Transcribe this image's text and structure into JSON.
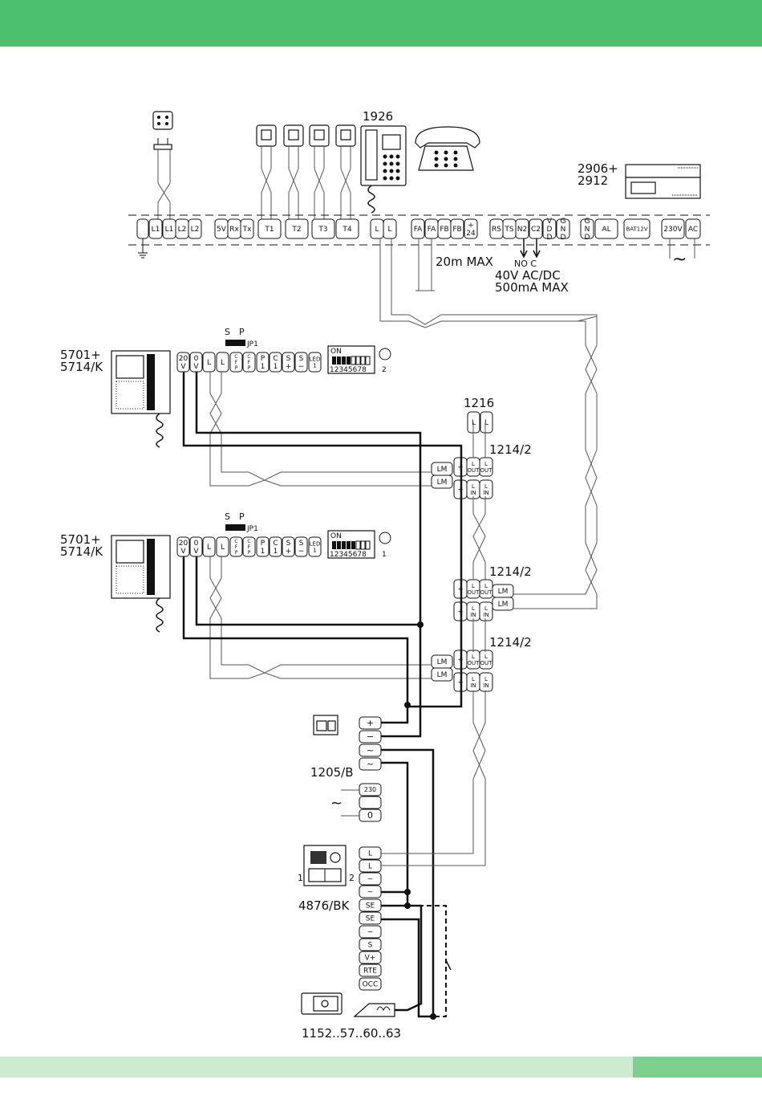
{
  "colors": {
    "top_bar": "#4cc06e",
    "bottom_strip": "#cdeccf",
    "bottom_accent": "#7ccf8c"
  },
  "labels": {
    "phone_interface": "1926",
    "power_supply_a": "2906+",
    "power_supply_b": "2912",
    "cable_length": "20m MAX",
    "relay_contacts": "NO C",
    "relay_voltage": "40V AC/DC",
    "relay_current": "500mA MAX",
    "monitor1_a": "5701+",
    "monitor1_b": "5714/K",
    "monitor2_a": "5701+",
    "monitor2_b": "5714/K",
    "jumper_s": "S",
    "jumper_p": "P",
    "jumper_name": "JP1",
    "dip_on": "ON",
    "dip_numbers": "12345678",
    "dip1_index": "2",
    "dip2_index": "1",
    "distributor_top": "1216",
    "splitter1": "1214/2",
    "splitter2": "1214/2",
    "splitter3": "1214/2",
    "psu": "1205/B",
    "door_panel": "4876/BK",
    "panel_left": "1",
    "panel_right": "2",
    "lock": "1152..57..60..63"
  },
  "terminal_strip": [
    "L1",
    "L1",
    "L2",
    "L2",
    "5V",
    "Rx",
    "Tx",
    "T1",
    "T2",
    "T3",
    "T4",
    "L",
    "L",
    "FA",
    "FA",
    "FB",
    "FB",
    "+24",
    "RS",
    "TS",
    "N2",
    "C2",
    "VDD",
    "GND",
    "GND",
    "AL",
    "BAT12V",
    "230V",
    "AC"
  ],
  "monitor_terminals": [
    "20V",
    "0V",
    "L",
    "L",
    "CFP",
    "CFP",
    "P1",
    "C1",
    "S+",
    "S−",
    "LED1"
  ],
  "splitter_terminals": {
    "plus": "+",
    "lout": "L OUT",
    "lin": "L IN",
    "lm": "LM"
  },
  "psu_terminals": [
    "+",
    "−",
    "~",
    "~",
    "230",
    "",
    "0"
  ],
  "panel_terminals": [
    "L",
    "L",
    "~",
    "~",
    "SE",
    "SE",
    "−",
    "S",
    "V+",
    "RTE",
    "OCC"
  ]
}
